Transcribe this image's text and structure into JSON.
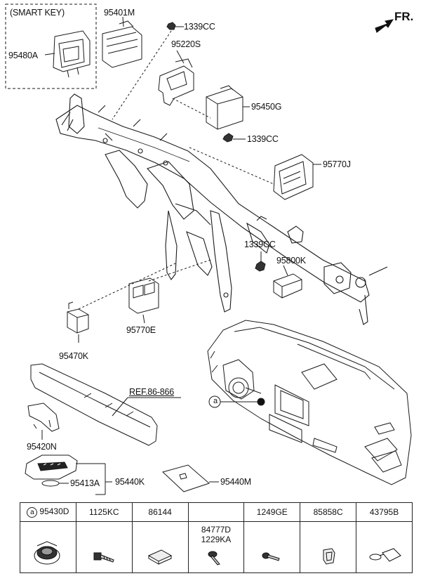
{
  "direction_label": "FR.",
  "smart_key_group_label": "(SMART KEY)",
  "callouts": {
    "c95401M": "95401M",
    "c95480A": "95480A",
    "c1339CC_top": "1339CC",
    "c95220S": "95220S",
    "c95450G": "95450G",
    "c1339CC_mid": "1339CC",
    "c95770J": "95770J",
    "c1339CC_low": "1339CC",
    "c95800K": "95800K",
    "c95770E": "95770E",
    "c95470K": "95470K",
    "ref": "REF.86-866",
    "c95420N": "95420N",
    "c95440K": "95440K",
    "c95413A": "95413A",
    "c95440M": "95440M",
    "marker_a": "a"
  },
  "legend": {
    "headers": [
      "95430D",
      "1125KC",
      "86144",
      "",
      "1249GE",
      "85858C",
      "43795B"
    ],
    "marker": "a",
    "middle_codes": [
      "84777D",
      "1229KA"
    ],
    "icons": [
      "push-button-switch-icon",
      "bolt-icon",
      "pad-icon",
      "screw-icon",
      "small-screw-icon",
      "clip-icon",
      "tag-icon"
    ]
  }
}
